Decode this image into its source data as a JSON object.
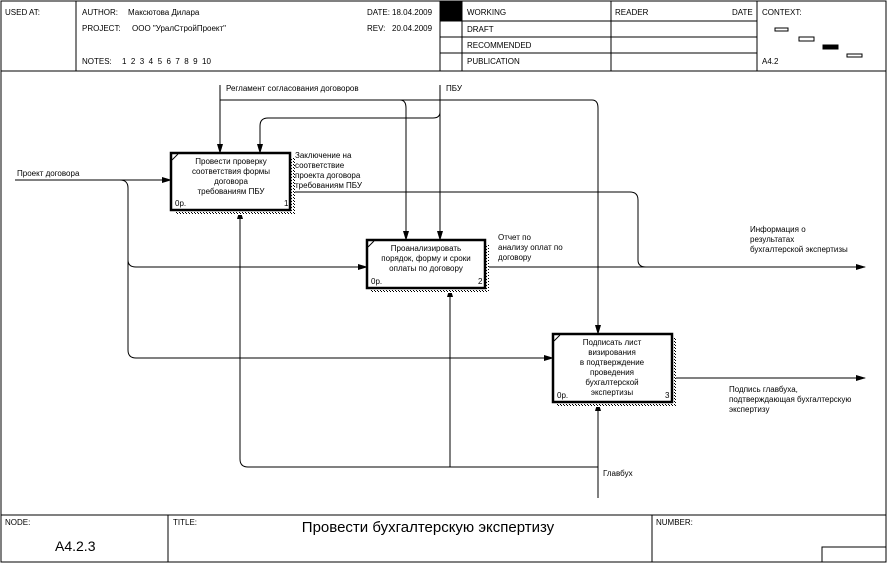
{
  "header": {
    "used_at_label": "USED AT:",
    "author_label": "AUTHOR:",
    "author": "Максютова Дилара",
    "project_label": "PROJECT:",
    "project": "ООО \"УралСтройПроект\"",
    "notes_label": "NOTES:",
    "notes": "1  2  3  4  5  6  7  8  9  10",
    "date_label": "DATE:",
    "date": "18.04.2009",
    "rev_label": "REV:",
    "rev": "20.04.2009",
    "status": [
      "WORKING",
      "DRAFT",
      "RECOMMENDED",
      "PUBLICATION"
    ],
    "active_status": "WORKING",
    "reader_label": "READER",
    "reader_date_label": "DATE",
    "context_label": "CONTEXT:",
    "context_node": "A4.2"
  },
  "activities": [
    {
      "lines": [
        "Провести проверку",
        "соответствия формы",
        "договора",
        "требованиям ПБУ"
      ],
      "cost": "0р.",
      "num": "1"
    },
    {
      "lines": [
        "Проанализировать",
        "порядок, форму и сроки",
        "оплаты по договору"
      ],
      "cost": "0р.",
      "num": "2"
    },
    {
      "lines": [
        "Подписать лист",
        "визирования",
        "в подтверждение",
        "проведения",
        "бухгалтерской",
        "экспертизы"
      ],
      "cost": "0р.",
      "num": "3"
    }
  ],
  "arrows": {
    "input": "Проект договора",
    "control1": "Регламент согласования договоров",
    "control2": "ПБУ",
    "out1": [
      "Заключение на",
      "соответствие",
      "проекта договора",
      "требованиям ПБУ"
    ],
    "out2": [
      "Отчет по",
      "анализу оплат по",
      "договору"
    ],
    "out_info": [
      "Информация о",
      "результатах",
      "бухгалтерской экспертизы"
    ],
    "out3": [
      "Подпись главбуха,",
      "подтверждающая бухгалтерскую",
      "экспертизу"
    ],
    "mechanism": "Главбух"
  },
  "footer": {
    "node_label": "NODE:",
    "node": "A4.2.3",
    "title_label": "TITLE:",
    "title": "Провести бухгалтерскую экспертизу",
    "number_label": "NUMBER:"
  }
}
